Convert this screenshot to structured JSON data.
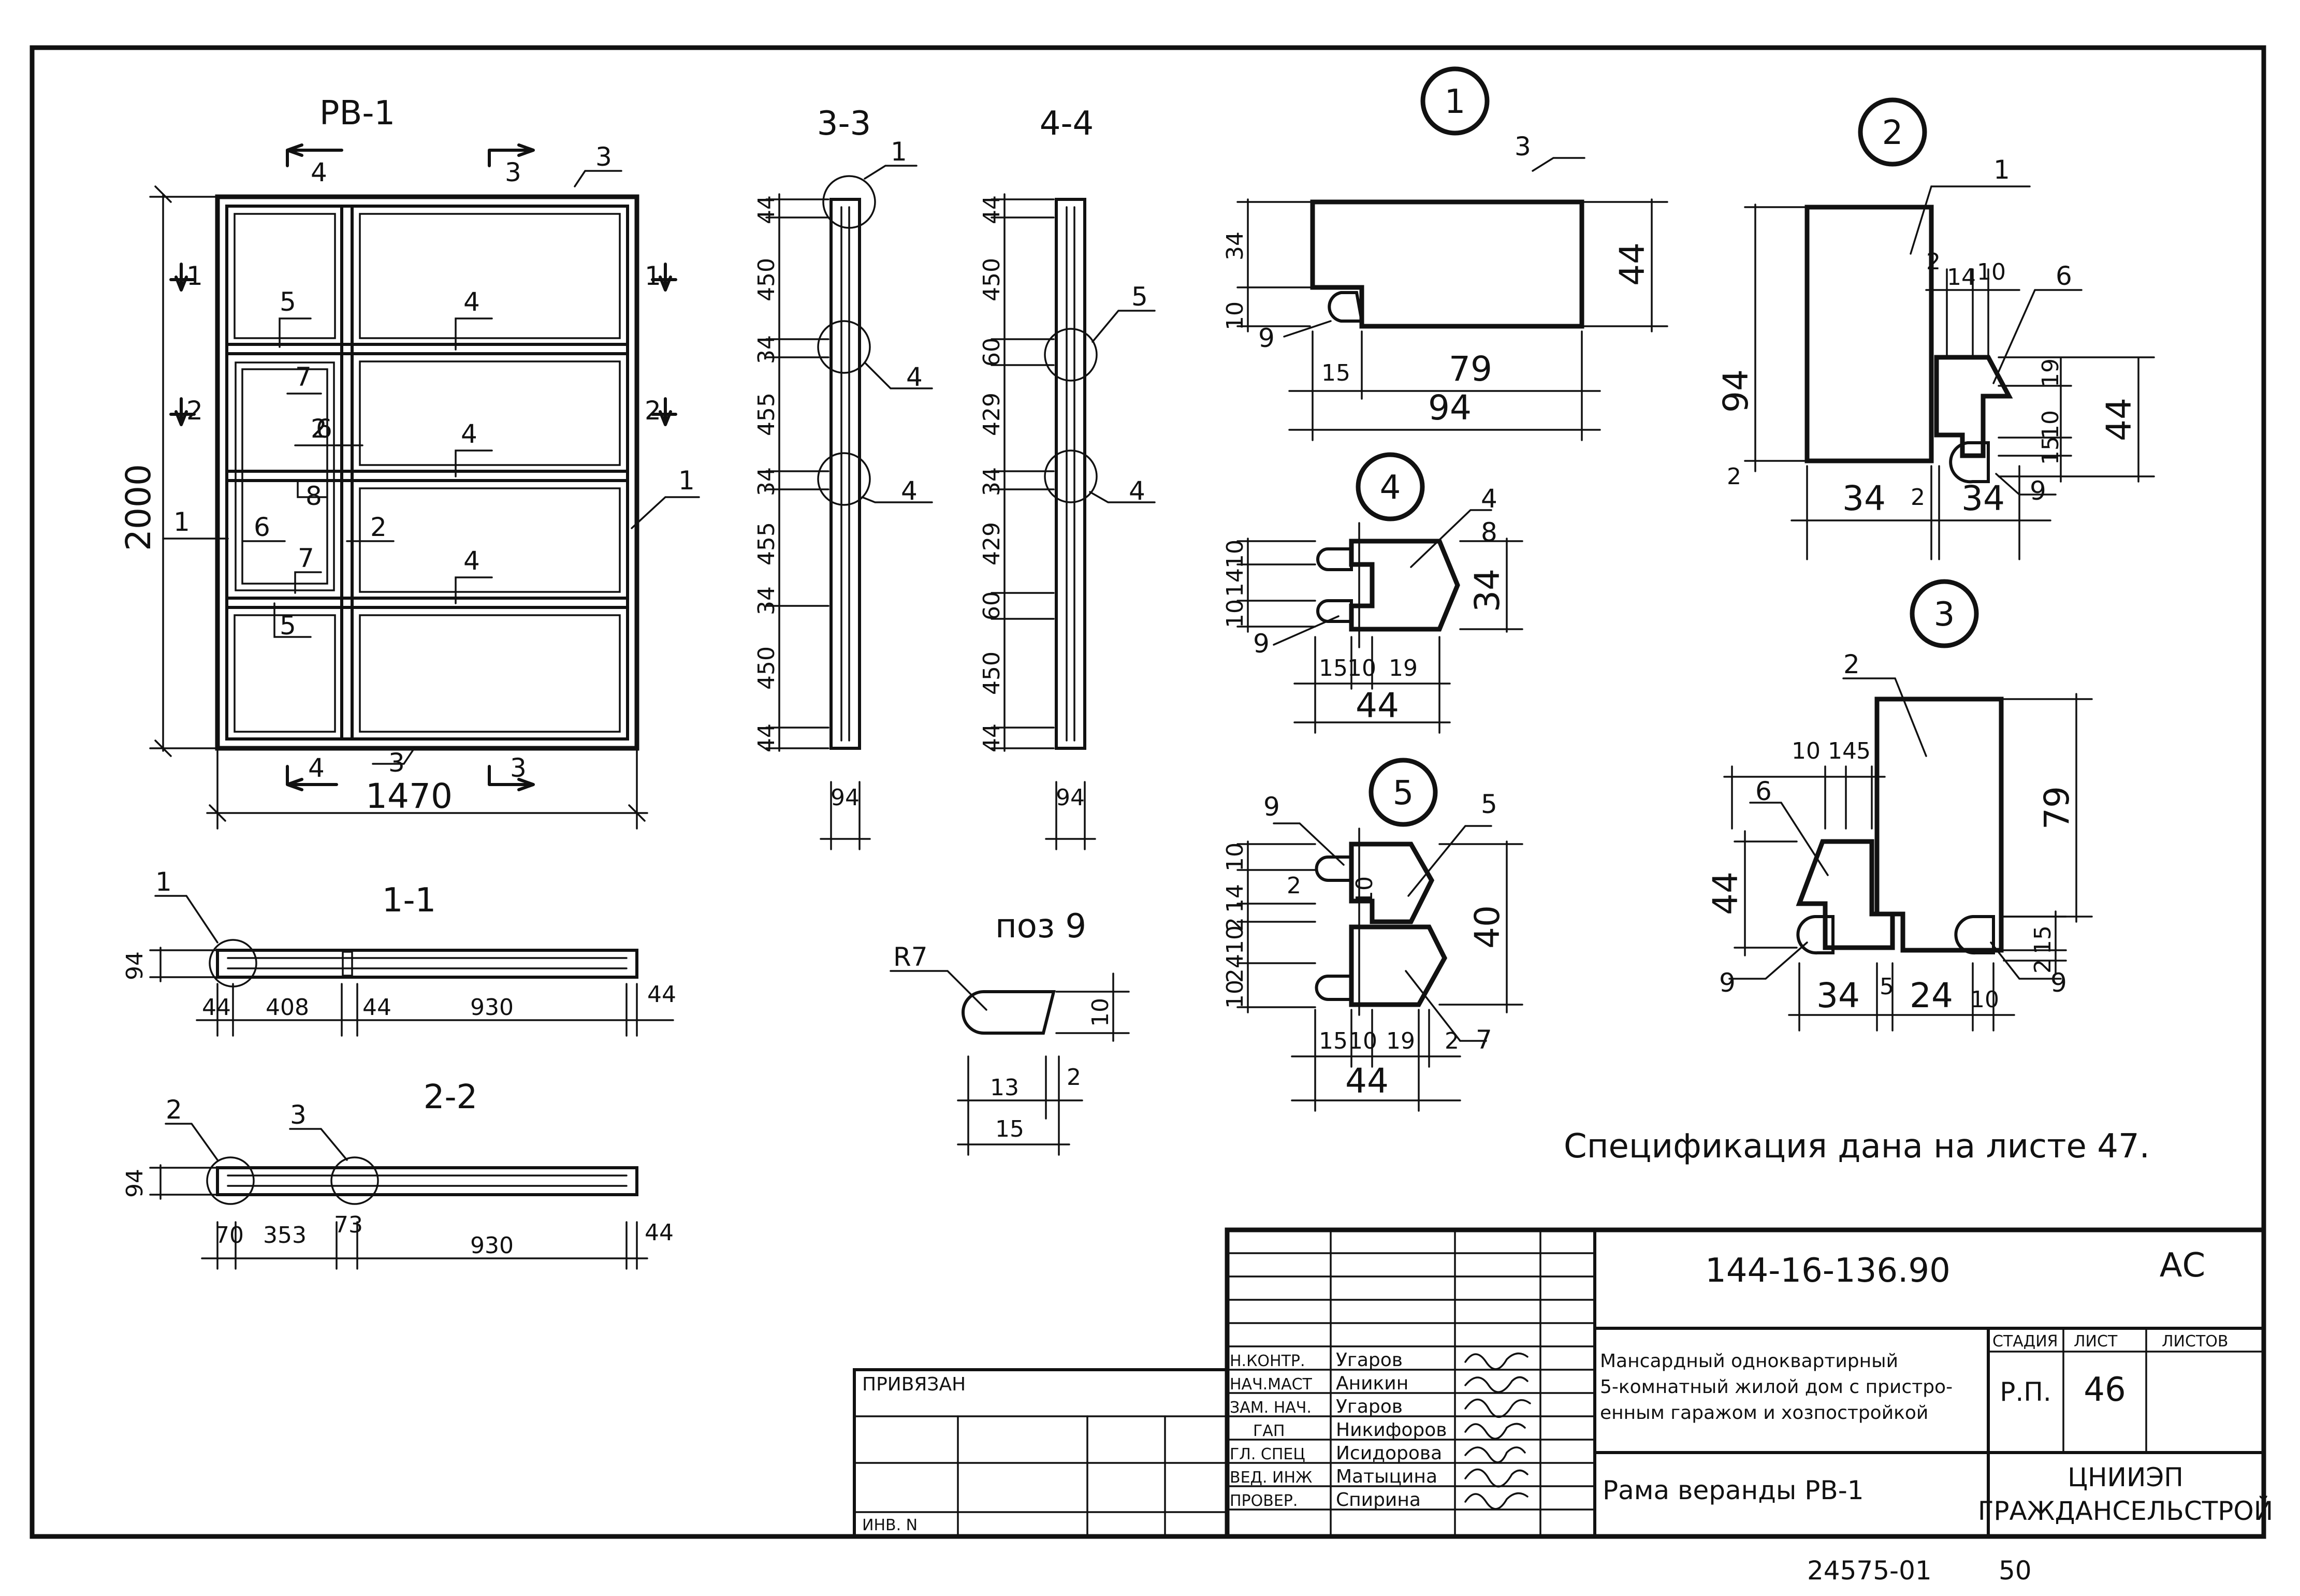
{
  "drawing": {
    "main_view": {
      "title": "РВ-1",
      "section_marks": [
        "4",
        "3",
        "1",
        "1",
        "2",
        "2",
        "4",
        "3"
      ],
      "dims": {
        "height": "2000",
        "width": "1470"
      },
      "callouts": [
        "3",
        "5",
        "4",
        "7",
        "2",
        "4",
        "6",
        "1",
        "4",
        "8",
        "1",
        "6",
        "2",
        "7",
        "4",
        "5",
        "3"
      ]
    },
    "section_1_1": {
      "title": "1-1",
      "callout": "1",
      "height_dim": "94",
      "dims": [
        "44",
        "408",
        "44",
        "930",
        "44"
      ]
    },
    "section_2_2": {
      "title": "2-2",
      "callouts": [
        "2",
        "3"
      ],
      "height_dim": "94",
      "dims": [
        "70",
        "353",
        "73",
        "930",
        "44"
      ]
    },
    "section_3_3": {
      "title": "3-3",
      "callouts": [
        "1",
        "4",
        "4"
      ],
      "vertical_dims": [
        "44",
        "450",
        "34",
        "455",
        "34",
        "455",
        "34",
        "450",
        "44"
      ],
      "width_dim": "94"
    },
    "section_4_4": {
      "title": "4-4",
      "callouts": [
        "5",
        "4"
      ],
      "vertical_dims": [
        "44",
        "450",
        "60",
        "429",
        "34",
        "429",
        "60",
        "450",
        "44"
      ],
      "width_dim": "94"
    },
    "pos9": {
      "title": "поз 9",
      "radius": "R7",
      "dims": [
        "10",
        "13",
        "2",
        "15"
      ]
    },
    "node1": {
      "id": "1",
      "callouts": [
        "3",
        "9"
      ],
      "dims": [
        "34",
        "10",
        "44",
        "15",
        "79",
        "94"
      ]
    },
    "node2": {
      "id": "2",
      "callouts": [
        "1",
        "6",
        "9"
      ],
      "dims": [
        "94",
        "2",
        "2",
        "14",
        "10",
        "19",
        "10",
        "15",
        "44",
        "34",
        "2",
        "34"
      ]
    },
    "node3": {
      "id": "3",
      "callouts": [
        "2",
        "6",
        "9",
        "9"
      ],
      "dims": [
        "10",
        "14",
        "5",
        "79",
        "44",
        "2",
        "15",
        "34",
        "5",
        "24",
        "10"
      ]
    },
    "node4": {
      "id": "4",
      "callouts": [
        "4",
        "8",
        "9"
      ],
      "dims": [
        "10",
        "14",
        "10",
        "34",
        "15",
        "10",
        "19",
        "44"
      ]
    },
    "node5": {
      "id": "5",
      "callouts": [
        "9",
        "5",
        "7"
      ],
      "dims": [
        "10",
        "14",
        "2",
        "10",
        "24",
        "10",
        "40",
        "2",
        "10",
        "15",
        "10",
        "19",
        "2",
        "44"
      ]
    },
    "spec_note": "Спецификация дана на листе 47."
  },
  "title_block": {
    "code": "144-16-136.90",
    "suffix": "АС",
    "roles": [
      "Н.КОНТР.",
      "НАЧ.МАСТ",
      "ЗАМ. НАЧ.",
      "ГАП",
      "ГЛ. СПЕЦ",
      "ВЕД. ИНЖ",
      "ПРОВЕР."
    ],
    "names": [
      "Угаров",
      "Аникин",
      "Угаров",
      "Никифоров",
      "Исидорова",
      "Матыцина",
      "Спирина"
    ],
    "project": [
      "Мансардный одноквартирный",
      "5-комнатный жилой дом с пристро-",
      "енным гаражом и хозпостройкой"
    ],
    "sheet_title": "Рама веранды РВ-1",
    "stage_label": "СТАДИЯ",
    "sheet_label": "ЛИСТ",
    "sheets_label": "ЛИСТОВ",
    "stage": "Р.П.",
    "sheet": "46",
    "org": [
      "ЦНИИЭП",
      "ГРАЖДАНСЕЛЬСТРОЙ"
    ],
    "privyazan": "ПРИВЯЗАН",
    "inv": "ИНВ. N",
    "archive_number": "24575-01",
    "archive_page": "50"
  }
}
